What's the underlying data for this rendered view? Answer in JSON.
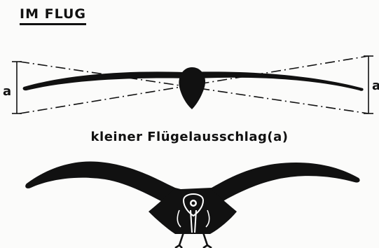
{
  "heading": "IM FLUG",
  "caption": "kleiner Flügelausschlag(a)",
  "dimension": {
    "left_label": "a",
    "right_label": "a"
  }
}
